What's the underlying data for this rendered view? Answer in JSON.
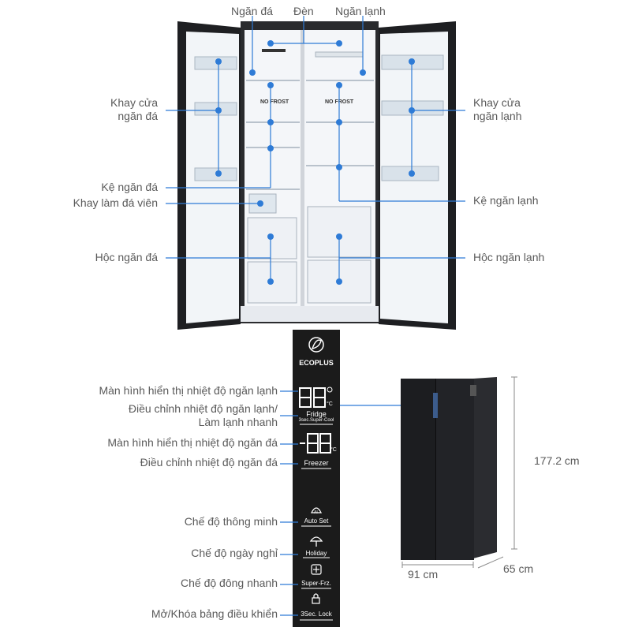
{
  "top_labels": {
    "freezer": "Ngăn đá",
    "light": "Đèn",
    "fridge": "Ngăn lạnh"
  },
  "left_labels": {
    "freezer_door_tray_1": "Khay cửa",
    "freezer_door_tray_2": "ngăn đá",
    "freezer_shelf": "Kệ ngăn đá",
    "ice_tray": "Khay làm đá viên",
    "freezer_drawer": "Hộc ngăn đá"
  },
  "right_labels": {
    "fridge_door_tray_1": "Khay cửa",
    "fridge_door_tray_2": "ngăn lạnh",
    "fridge_shelf": "Kệ ngăn lạnh",
    "fridge_drawer": "Hộc ngăn lạnh"
  },
  "interior_text": {
    "no_frost_left": "NO FROST",
    "no_frost_right": "NO FROST"
  },
  "panel_labels": {
    "fridge_display": "Màn hình hiển thị nhiệt độ ngăn lạnh",
    "fridge_adjust_1": "Điều chỉnh nhiệt độ ngăn lạnh/",
    "fridge_adjust_2": "Làm lạnh nhanh",
    "freezer_display": "Màn hình hiển thị nhiệt độ ngăn đá",
    "freezer_adjust": "Điều chỉnh nhiệt độ ngăn đá",
    "smart_mode": "Chế độ thông minh",
    "holiday_mode": "Chế độ ngày nghỉ",
    "quick_freeze": "Chế độ đông nhanh",
    "lock": "Mở/Khóa bảng điều khiển"
  },
  "panel": {
    "brand": "ECOPLUS",
    "fridge_btn": "Fridge",
    "fridge_sub": "3sec.Super-Cool",
    "freezer_btn": "Freezer",
    "auto_set": "Auto Set",
    "holiday": "Holiday",
    "super_frz": "Super-Frz.",
    "lock": "3Sec. Lock",
    "unit": "°C"
  },
  "dimensions": {
    "height": "177.2 cm",
    "width": "91 cm",
    "depth": "65 cm"
  },
  "colors": {
    "accent": "#2e7bd6",
    "panel_bg": "#1b1b1b",
    "fridge_body": "#1c1d20"
  }
}
